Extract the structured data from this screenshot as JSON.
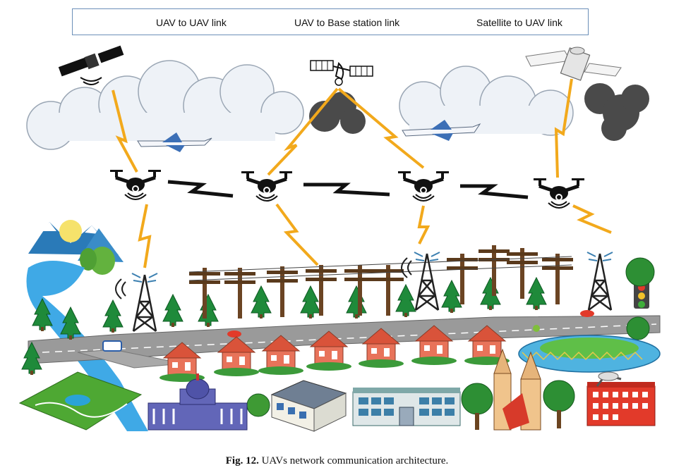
{
  "legend": {
    "uav_uav": "UAV to UAV link",
    "uav_base": "UAV to Base station link",
    "sat_uav": "Satellite to UAV link"
  },
  "caption": {
    "label": "Fig. 12.",
    "text": "UAVs network communication architecture."
  },
  "colors": {
    "uav_uav_link": "#111111",
    "uav_base_link": "#f2a91c",
    "sat_uav_link": "#f2a91c",
    "road": "#9a9a9a",
    "grass": "#7fbf4a",
    "river": "#3fa9e6",
    "house_wall": "#e8735a",
    "stadium": "#4fb3e0"
  }
}
